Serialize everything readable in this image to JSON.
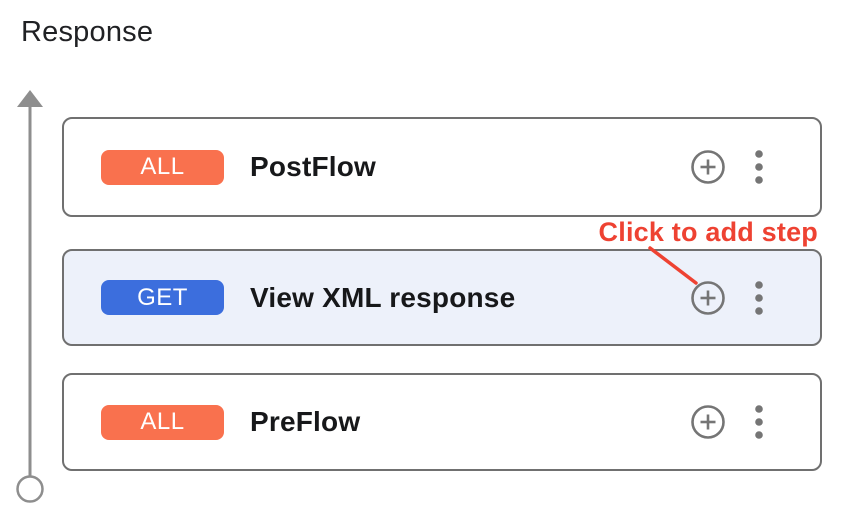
{
  "title": "Response",
  "annotation": {
    "label": "Click to add step"
  },
  "flows": [
    {
      "method": "ALL",
      "label": "PostFlow",
      "selected": false
    },
    {
      "method": "GET",
      "label": "View XML response",
      "selected": true
    },
    {
      "method": "ALL",
      "label": "PreFlow",
      "selected": false
    }
  ],
  "icons": {
    "add_step": "plus-circle",
    "flow_menu": "kebab-menu",
    "direction": "up-arrow-with-origin-circle"
  },
  "colors": {
    "badge_all": "#F9714E",
    "badge_get": "#3C6EDD",
    "card_selected_bg": "#EDF1FA",
    "card_border": "#707070",
    "icon_gray": "#757575",
    "arrow_gray": "#8E8E8E",
    "annotation_red": "#EE4232",
    "title_color": "#202124",
    "label_color": "#17181A"
  }
}
